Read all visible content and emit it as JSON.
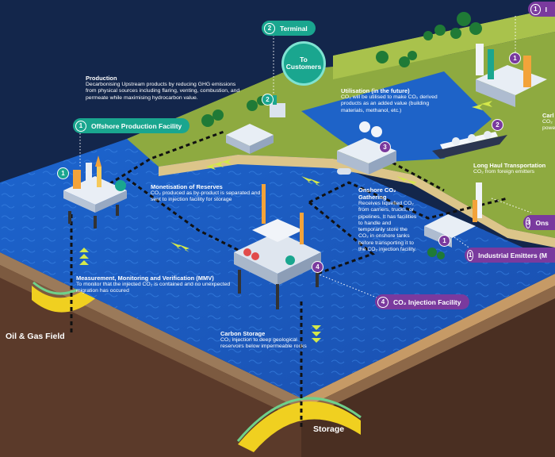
{
  "colors": {
    "background": "#13264b",
    "sea": "#1f5fc4",
    "land": "#8faa42",
    "teal": "#1aa68f",
    "purple": "#7a3a9e",
    "earth": "#5a3a28"
  },
  "site_labels": {
    "oil_gas_field": "Oil & Gas Field",
    "storage": "Storage"
  },
  "to_customers": "To Customers",
  "pills": {
    "offshore": {
      "num": "1",
      "label": "Offshore Production Facility"
    },
    "terminal": {
      "num": "2",
      "label": "Terminal"
    },
    "injection": {
      "num": "4",
      "label": "CO₂ Injection Facility"
    },
    "industrial": {
      "num": "1",
      "label": "Industrial Emitters (M"
    },
    "onshore": {
      "num": "3",
      "label": "Ons"
    },
    "top_right": {
      "num": "1",
      "label": "I"
    }
  },
  "badges": {
    "rig": "1",
    "terminal": "2",
    "gathering": "3",
    "platform": "4",
    "emitter_right": "1",
    "carrier": "2",
    "emitter_bottom": "1"
  },
  "annotations": {
    "production": {
      "title": "Production",
      "body": "Decarbonising Upstream products by reducing GHG emissions from physical sources including flaring, venting, combustion, and permeate while maximising hydrocarbon value."
    },
    "utilisation": {
      "title": "Utilisation (in the future)",
      "body": "CO₂ will be utilised to make CO₂ derived products as an added value (building materials, methanol, etc.)"
    },
    "monetisation": {
      "title": "Monetisation of Reserves",
      "body": "CO₂ produced as by-product is separated and sent to injection facility for storage"
    },
    "gathering": {
      "title": "Onshore CO₂ Gathering",
      "body": "Receives liquefied CO₂ from carriers, trucks, or pipelines. It has facilities to handle and temporarily store the CO₂ in onshore tanks before transporting it to the CO₂ injection facility."
    },
    "long_haul": {
      "title": "Long Haul Transportation",
      "body": "CO₂ from foreign emitters"
    },
    "mmv": {
      "title": "Measurement, Monitoring and Verification (MMV)",
      "body": "To monitor that the injected CO₂ is contained and no unexpected migration has occured"
    },
    "carbon_storage": {
      "title": "Carbon Storage",
      "body": "CO₂ injection to deep geological reservoirs below impermeable rocks"
    },
    "right_edge": {
      "title": "Carl",
      "body": "CO₂ powe"
    }
  }
}
